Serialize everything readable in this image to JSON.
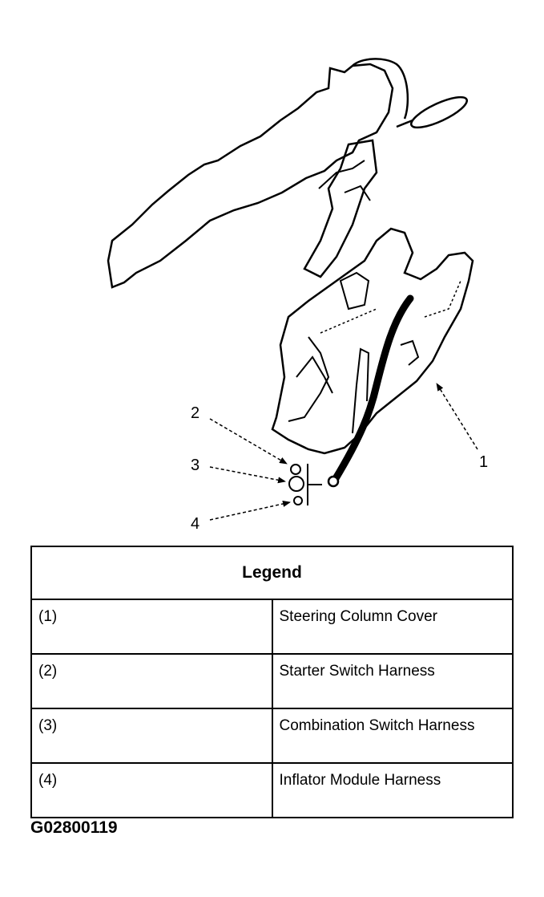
{
  "figure": {
    "callouts": [
      "1",
      "2",
      "3",
      "4"
    ]
  },
  "legend": {
    "title": "Legend",
    "rows": [
      {
        "num": "(1)",
        "text": "Steering Column Cover"
      },
      {
        "num": "(2)",
        "text": "Starter Switch Harness"
      },
      {
        "num": "(3)",
        "text": "Combination Switch Harness"
      },
      {
        "num": "(4)",
        "text": "Inflator Module Harness"
      }
    ]
  },
  "figure_code": "G02800119"
}
